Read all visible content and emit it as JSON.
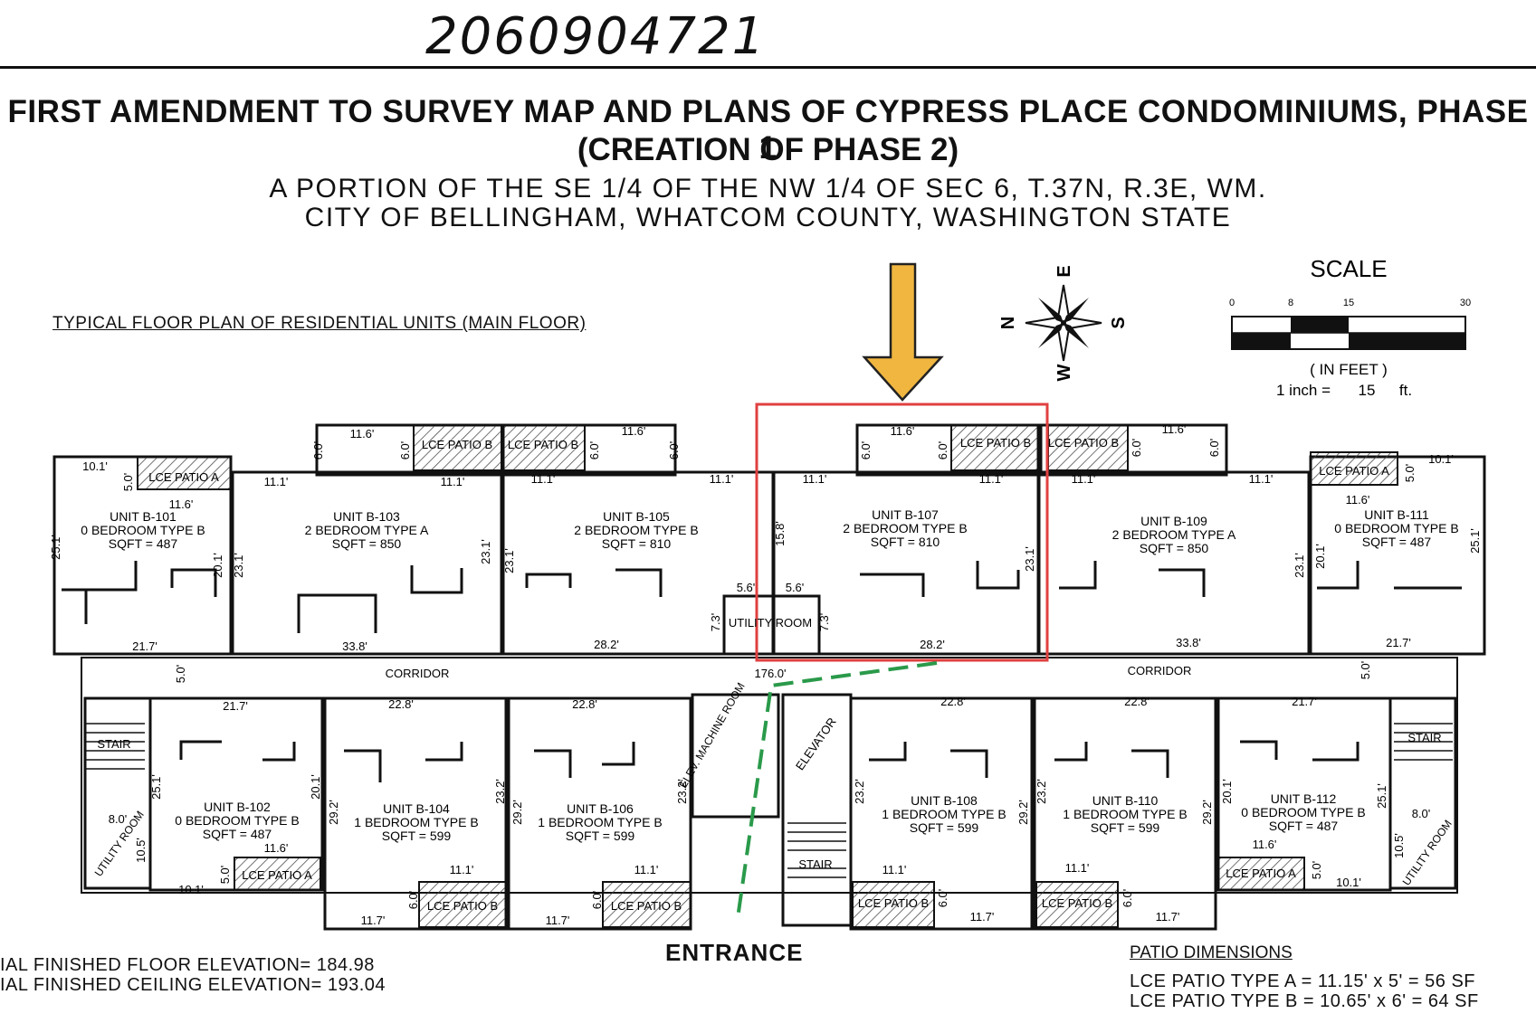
{
  "doc_number": "2060904721",
  "title_line1": "FIRST AMENDMENT TO SURVEY MAP AND PLANS OF CYPRESS PLACE CONDOMINIUMS, PHASE 1",
  "title_line2": "(CREATION OF PHASE 2)",
  "subtitle_line1": "A PORTION OF THE SE 1/4 OF THE NW 1/4 OF SEC 6, T.37N, R.3E, WM.",
  "subtitle_line2": "CITY OF BELLINGHAM, WHATCOM COUNTY, WASHINGTON STATE",
  "plan_label": "TYPICAL FLOOR PLAN OF RESIDENTIAL UNITS (MAIN FLOOR)",
  "compass": {
    "n": "N",
    "s": "S",
    "e": "E",
    "w": "W"
  },
  "scale": {
    "title": "SCALE",
    "ticks": [
      "0",
      "8",
      "15",
      "30"
    ],
    "units": "( IN FEET )",
    "ratio_a": "1 inch =",
    "ratio_b": "15",
    "ratio_c": "ft."
  },
  "units_top": [
    {
      "unit": "UNIT B-101",
      "type": "0 BEDROOM TYPE B",
      "sqft": "SQFT = 487",
      "patio": "LCE PATIO A"
    },
    {
      "unit": "UNIT B-103",
      "type": "2 BEDROOM TYPE A",
      "sqft": "SQFT = 850",
      "patio": "LCE PATIO B"
    },
    {
      "unit": "UNIT B-105",
      "type": "2 BEDROOM TYPE B",
      "sqft": "SQFT = 810",
      "patio": "LCE PATIO B"
    },
    {
      "unit": "UNIT B-107",
      "type": "2 BEDROOM TYPE B",
      "sqft": "SQFT = 810",
      "patio": "LCE PATIO B"
    },
    {
      "unit": "UNIT B-109",
      "type": "2 BEDROOM TYPE A",
      "sqft": "SQFT = 850",
      "patio": "LCE PATIO B"
    },
    {
      "unit": "UNIT B-111",
      "type": "0 BEDROOM TYPE B",
      "sqft": "SQFT = 487",
      "patio": "LCE PATIO A"
    }
  ],
  "units_bottom": [
    {
      "unit": "UNIT B-102",
      "type": "0 BEDROOM TYPE B",
      "sqft": "SQFT = 487",
      "patio": "LCE PATIO A"
    },
    {
      "unit": "UNIT B-104",
      "type": "1 BEDROOM TYPE B",
      "sqft": "SQFT = 599",
      "patio": "LCE PATIO B"
    },
    {
      "unit": "UNIT B-106",
      "type": "1 BEDROOM TYPE B",
      "sqft": "SQFT = 599",
      "patio": "LCE PATIO B"
    },
    {
      "unit": "UNIT B-108",
      "type": "1 BEDROOM TYPE B",
      "sqft": "SQFT = 599",
      "patio": "LCE PATIO B"
    },
    {
      "unit": "UNIT B-110",
      "type": "1 BEDROOM TYPE B",
      "sqft": "SQFT = 599",
      "patio": "LCE PATIO B"
    },
    {
      "unit": "UNIT B-112",
      "type": "0 BEDROOM TYPE B",
      "sqft": "SQFT = 487",
      "patio": "LCE PATIO A"
    }
  ],
  "rooms": {
    "corridor": "CORRIDOR",
    "utility_room": "UTILITY ROOM",
    "utility_room_short": "UTILITY ROOM",
    "stair": "STAIR",
    "elevator": "ELEVATOR",
    "elev_machine": "ELEV. MACHINE ROOM",
    "corridor_length": "176.0'"
  },
  "dims": {
    "d10_1": "10.1'",
    "d11_6": "11.6'",
    "d11_1": "11.1'",
    "d6_0": "6.0'",
    "d5_0": "5.0'",
    "d25_1": "25.1'",
    "d20_1": "20.1'",
    "d23_1": "23.1'",
    "d21_7": "21.7'",
    "d33_8": "33.8'",
    "d28_2": "28.2'",
    "d15_8": "15.8'",
    "d5_6": "5.6'",
    "d7_3": "7.3'",
    "d22_8": "22.8'",
    "d29_2": "29.2'",
    "d23_2": "23.2'",
    "d11_7": "11.7'",
    "d8_0": "8.0'",
    "d10_5": "10.5'"
  },
  "entrance": "ENTRANCE",
  "elevations": {
    "floor": "IAL FINISHED FLOOR ELEVATION= 184.98",
    "ceiling": "IAL FINISHED CEILING ELEVATION= 193.04"
  },
  "patio_dims": {
    "title": "PATIO DIMENSIONS",
    "type_a": "LCE PATIO TYPE A = 11.15' x 5' = 56 SF",
    "type_b": "LCE PATIO TYPE B = 10.65' x 6' = 64 SF"
  },
  "colors": {
    "highlight": "#e04040",
    "arrow": "#f0b640",
    "arrow_stroke": "#222222",
    "entrance_path": "#2a9a4a"
  }
}
